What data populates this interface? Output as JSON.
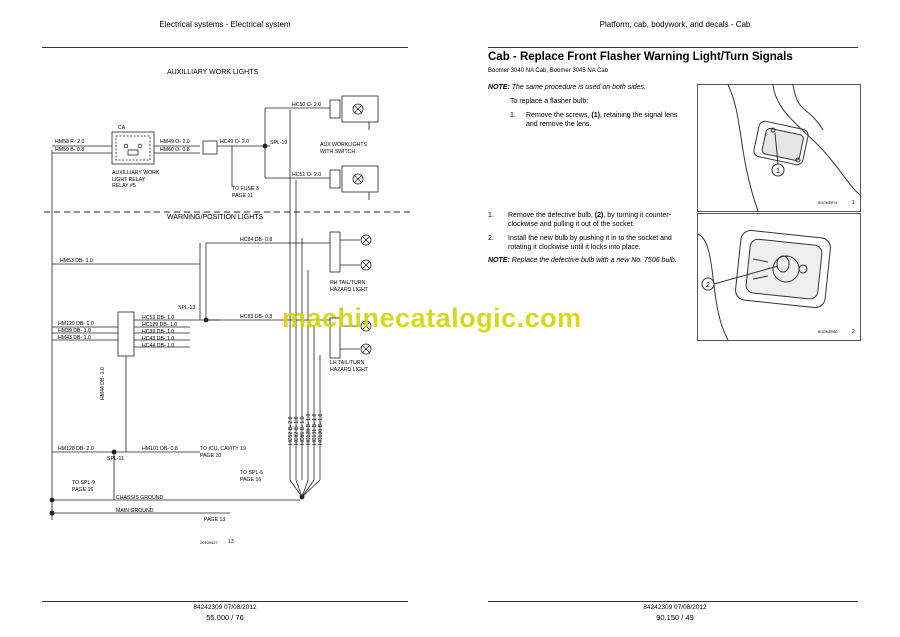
{
  "left_page": {
    "header": "Electrical systems - Electrical system",
    "diagram": {
      "title_top": "AUXILLIARY WORK LIGHTS",
      "title_mid": "WARNING/POSITION LIGHTS",
      "labels": {
        "hm58": "HM58  R- 2.0",
        "hm59": "HM59  B- 0.8",
        "hm49": "HM49  O- 2.0",
        "hm60": "HM60  O- 0.8",
        "hc49": "HC49  O- 2.0",
        "spl19": "SPL-19",
        "hc50": "HC50  O- 2.0",
        "hc51": "HC51  O- 2.0",
        "relay": "AUXILLIARY WORK\nLIGHT RELAY\nRELAY #5",
        "fuse": "TO FUSE 3\nPAGE 11",
        "aux": "AUX WORKLIGHTS\nWITH SWITCH",
        "hc84": "HC84  DB- 0.8",
        "hm53": "HM53  DB- 1.0",
        "rh": "RH TAIL/TURN\nHAZARD LIGHT",
        "spl13": "SPL-13",
        "hm129": "HM129  DB- 1.0",
        "hm39": "HM39  DB- 1.0",
        "hm43": "HM43  DB- 1.0",
        "hc53": "HC53  DB- 1.0",
        "hc129": "HC129  DB- 1.0",
        "hc39": "HC39  DB- 1.0",
        "hc43": "HC43  DB- 1.0",
        "hc44": "HC44  DB- 1.0",
        "hc83": "HC83  DB- 0.8",
        "lh": "LH TAIL/TURN\nHAZARD LIGHT",
        "hm44": "HM44  DB- 1.0",
        "vert": [
          "HC52  B- 2.0",
          "HC82  B- 1.0",
          "HC85  B- 1.0",
          "HC128  B- 1.0",
          "HC131  B- 1.0",
          "HC130  B- 1.0"
        ],
        "hm128": "HM128  DB- 2.0",
        "spl11": "SPL-11",
        "hm101": "HM101  DB- 0.8",
        "icu": "TO ICU, CAVITY 19\nPAGE 10",
        "spl5": "TO SPL-5\nPAGE 16",
        "spl9": "TO SPL-9\nPAGE 16",
        "chassis": "CHASSIS GROUND",
        "main": "MAIN GROUND",
        "page13": "PAGE 13",
        "fignum": "20109427",
        "figidx": "13",
        "ca": "CA"
      }
    },
    "footer_doc": "84242309 07/08/2012",
    "footer_page": "55.000 / 76"
  },
  "right_page": {
    "header": "Platform, cab, bodywork, and decals - Cab",
    "title": "Cab - Replace Front Flasher Warning Light/Turn Signals",
    "models": "Boomer 3040 NA Cab, Boomer 3045 NA Cab",
    "note1_label": "NOTE:",
    "note1": "The same procedure is used on both sides.",
    "intro": "To replace a flasher bulb:",
    "steps": [
      {
        "num": "1.",
        "text_a": "Remove the screws, ",
        "ref": "(1)",
        "text_b": ", retaining the signal lens and remove the lens."
      },
      {
        "num": "1.",
        "text_a": "Remove the defective bulb, ",
        "ref": "(2)",
        "text_b": ", by turning it counter-clockwise and pulling it out of the socket."
      },
      {
        "num": "2.",
        "text_a": "Install the new bulb by pushing it in to the socket and rotating it clockwise until it locks into place.",
        "ref": "",
        "text_b": ""
      }
    ],
    "note2_label": "NOTE:",
    "note2": "Replace the defective bulb with a new No. 7506 bulb.",
    "fig1": {
      "code": "BOOMER76",
      "idx": "1",
      "callout": "1"
    },
    "fig2": {
      "code": "BOOMER80",
      "idx": "2",
      "callout": "2"
    },
    "footer_doc": "84242309 07/08/2012",
    "footer_page": "90.150 / 49"
  },
  "watermark": "machinecatalogic.com"
}
